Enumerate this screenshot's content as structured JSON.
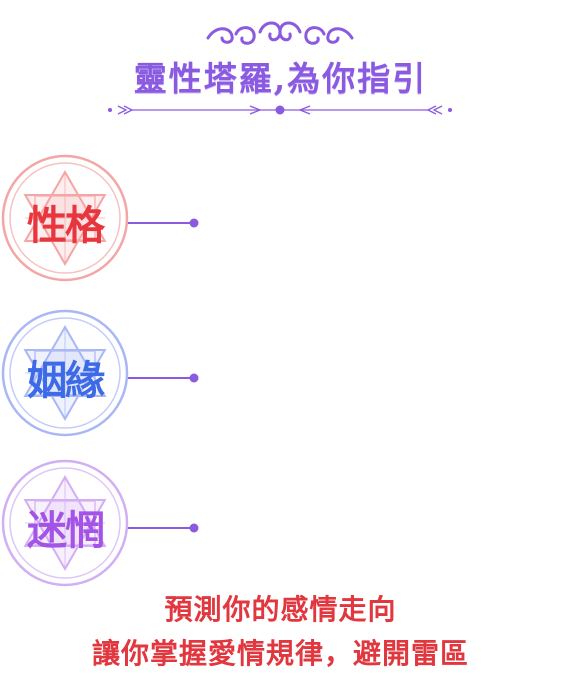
{
  "header": {
    "title": "靈性塔羅,為你指引",
    "ornament_top_icon": "swirl-ornament-icon",
    "ornament_bottom_icon": "divider-ornament-icon",
    "color": "#8a5ae0"
  },
  "items": [
    {
      "label": "性格",
      "emblem_icon": "hexagram-circle-icon",
      "color": "#e8363f",
      "ring_color": "#f4a6a6"
    },
    {
      "label": "姻緣",
      "emblem_icon": "hexagram-circle-icon",
      "color": "#3d6ae6",
      "ring_color": "#a9b7f5"
    },
    {
      "label": "迷惘",
      "emblem_icon": "hexagram-circle-icon",
      "color": "#a354e6",
      "ring_color": "#d2aef2"
    }
  ],
  "footer": {
    "line1": "預測你的感情走向",
    "line2": "讓你掌握愛情規律，避開雷區",
    "color": "#e1373f"
  }
}
